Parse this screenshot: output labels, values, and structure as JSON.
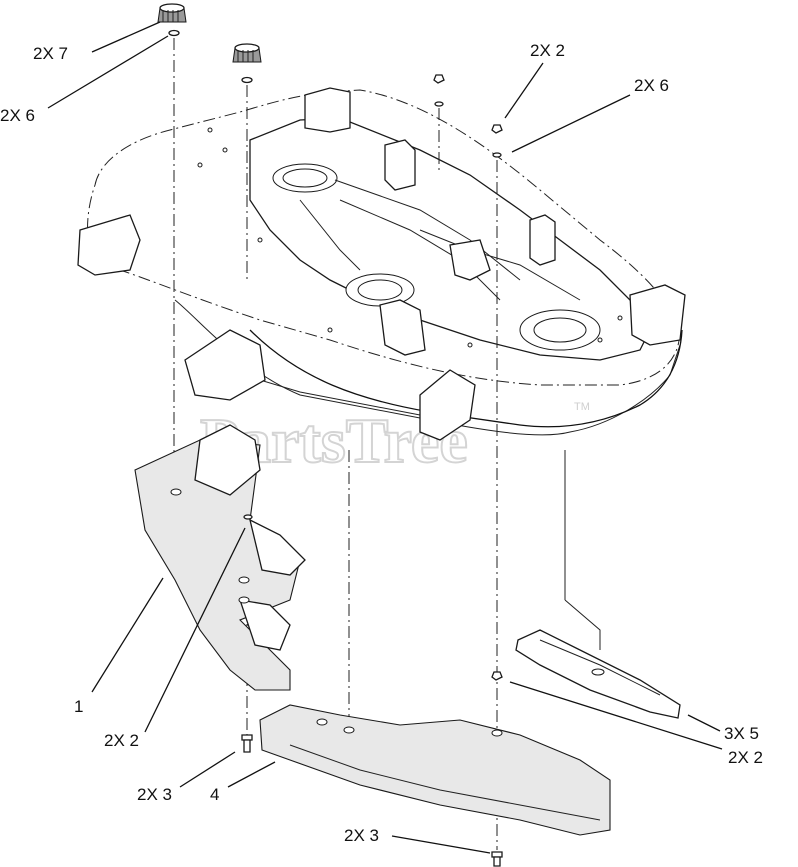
{
  "watermark": {
    "text": "PartsTree",
    "mark": "TM"
  },
  "callouts": {
    "knob_qty": "2X 7",
    "knob_washer_qty": "2X 6",
    "top_nut_qty": "2X 2",
    "top_washer_qty": "2X 6",
    "baffle_part": "1",
    "baffle_nut_qty": "2X 2",
    "baffle_bolt_qty": "2X 3",
    "front_baffle_part": "4",
    "blade_qty": "3X 5",
    "right_nut_qty": "2X 2",
    "bottom_bolt_qty": "2X 3"
  }
}
